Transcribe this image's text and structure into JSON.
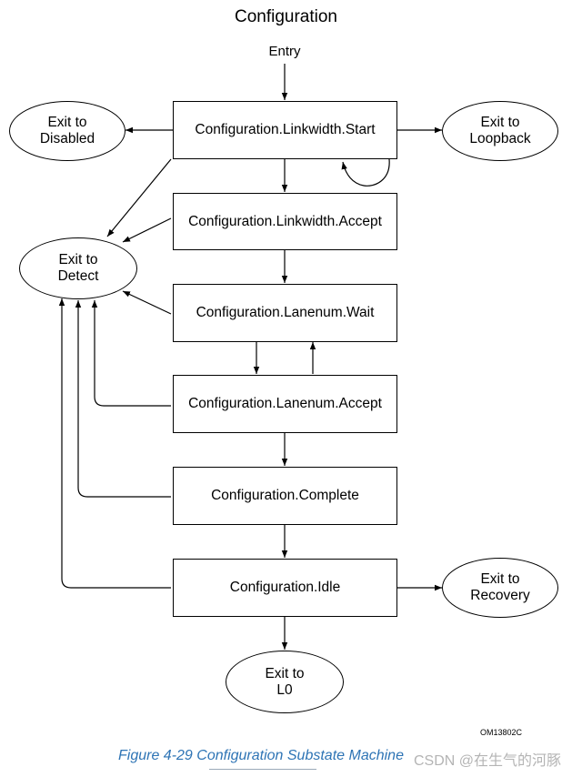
{
  "title": "Configuration",
  "entry_label": "Entry",
  "states": {
    "linkwidth_start": "Configuration.Linkwidth.Start",
    "linkwidth_accept": "Configuration.Linkwidth.Accept",
    "lanenum_wait": "Configuration.Lanenum.Wait",
    "lanenum_accept": "Configuration.Lanenum.Accept",
    "complete": "Configuration.Complete",
    "idle": "Configuration.Idle"
  },
  "exits": {
    "disabled": {
      "line1": "Exit to",
      "line2": "Disabled"
    },
    "loopback": {
      "line1": "Exit to",
      "line2": "Loopback"
    },
    "detect": {
      "line1": "Exit to",
      "line2": "Detect"
    },
    "recovery": {
      "line1": "Exit to",
      "line2": "Recovery"
    },
    "l0": {
      "line1": "Exit to",
      "line2": "L0"
    }
  },
  "figure_id": "OM13802C",
  "caption": "Figure 4-29 Configuration Substate Machine",
  "watermark": "CSDN @在生气的河豚"
}
